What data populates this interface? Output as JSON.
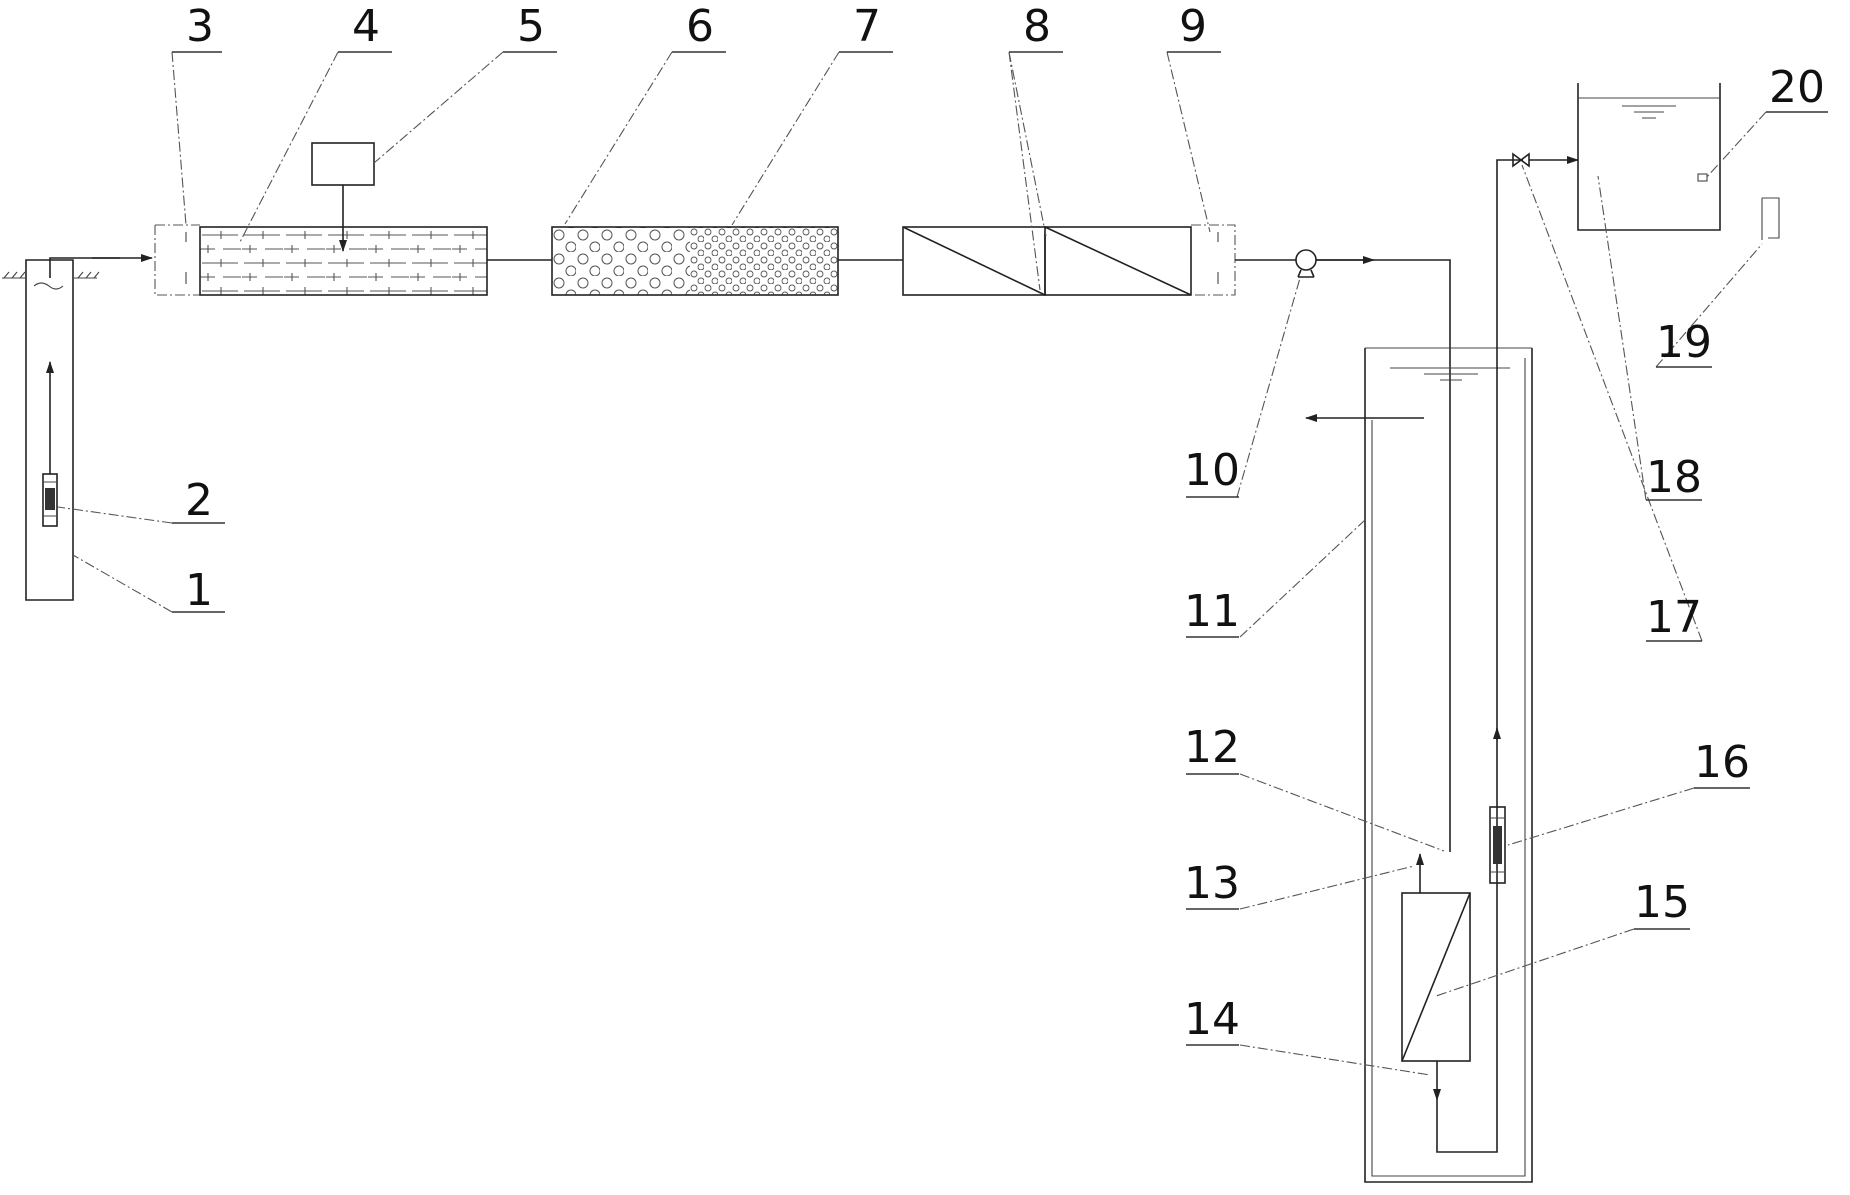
{
  "colors": {
    "line": "#222222",
    "background": "#ffffff"
  },
  "labels": [
    {
      "id": "1",
      "text": "1"
    },
    {
      "id": "2",
      "text": "2"
    },
    {
      "id": "3",
      "text": "3"
    },
    {
      "id": "4",
      "text": "4"
    },
    {
      "id": "5",
      "text": "5"
    },
    {
      "id": "6",
      "text": "6"
    },
    {
      "id": "7",
      "text": "7"
    },
    {
      "id": "8",
      "text": "8"
    },
    {
      "id": "9",
      "text": "9"
    },
    {
      "id": "10",
      "text": "10"
    },
    {
      "id": "11",
      "text": "11"
    },
    {
      "id": "12",
      "text": "12"
    },
    {
      "id": "13",
      "text": "13"
    },
    {
      "id": "14",
      "text": "14"
    },
    {
      "id": "15",
      "text": "15"
    },
    {
      "id": "16",
      "text": "16"
    },
    {
      "id": "17",
      "text": "17"
    },
    {
      "id": "18",
      "text": "18"
    },
    {
      "id": "19",
      "text": "19"
    },
    {
      "id": "20",
      "text": "20"
    }
  ]
}
